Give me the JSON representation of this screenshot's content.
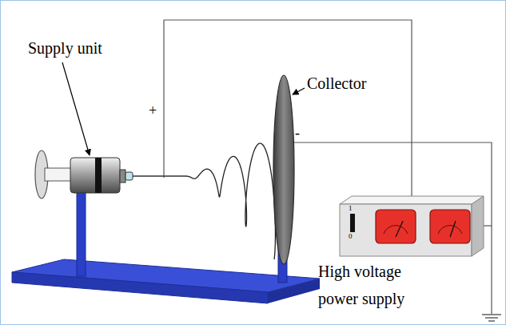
{
  "diagram": {
    "labels": [
      "Supply unit",
      "Collector",
      "+",
      "-",
      "1",
      "0",
      "High voltage power supply"
    ]
  }
}
